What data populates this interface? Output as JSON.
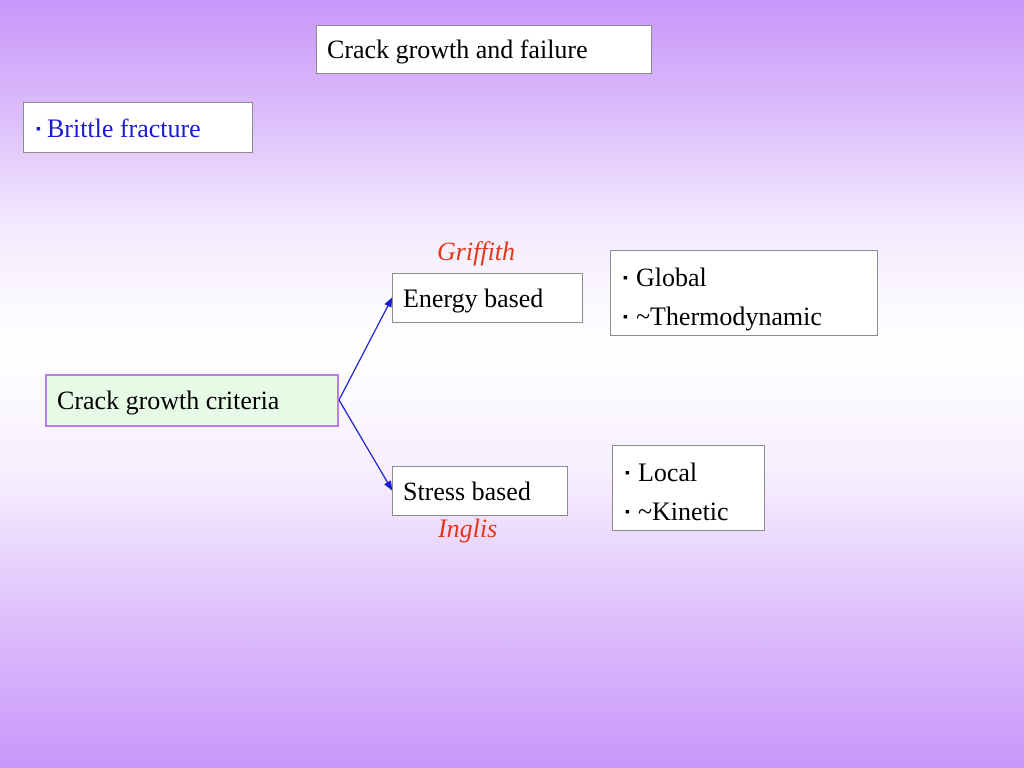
{
  "title": "Crack growth and failure",
  "topic": {
    "bullet": "▪",
    "label": "Brittle fracture"
  },
  "root": {
    "label": "Crack growth criteria"
  },
  "branches": [
    {
      "label": "Energy based",
      "annotation": "Griffith",
      "properties": [
        "Global",
        "~Thermodynamic"
      ]
    },
    {
      "label": "Stress based",
      "annotation": "Inglis",
      "properties": [
        "Local",
        "~Kinetic"
      ]
    }
  ],
  "colors": {
    "accent_blue": "#1a1ad4",
    "annotation_red": "#e3361a",
    "root_fill": "#e6fae6",
    "root_border": "#b680e8",
    "arrow": "#1a1ad4"
  }
}
